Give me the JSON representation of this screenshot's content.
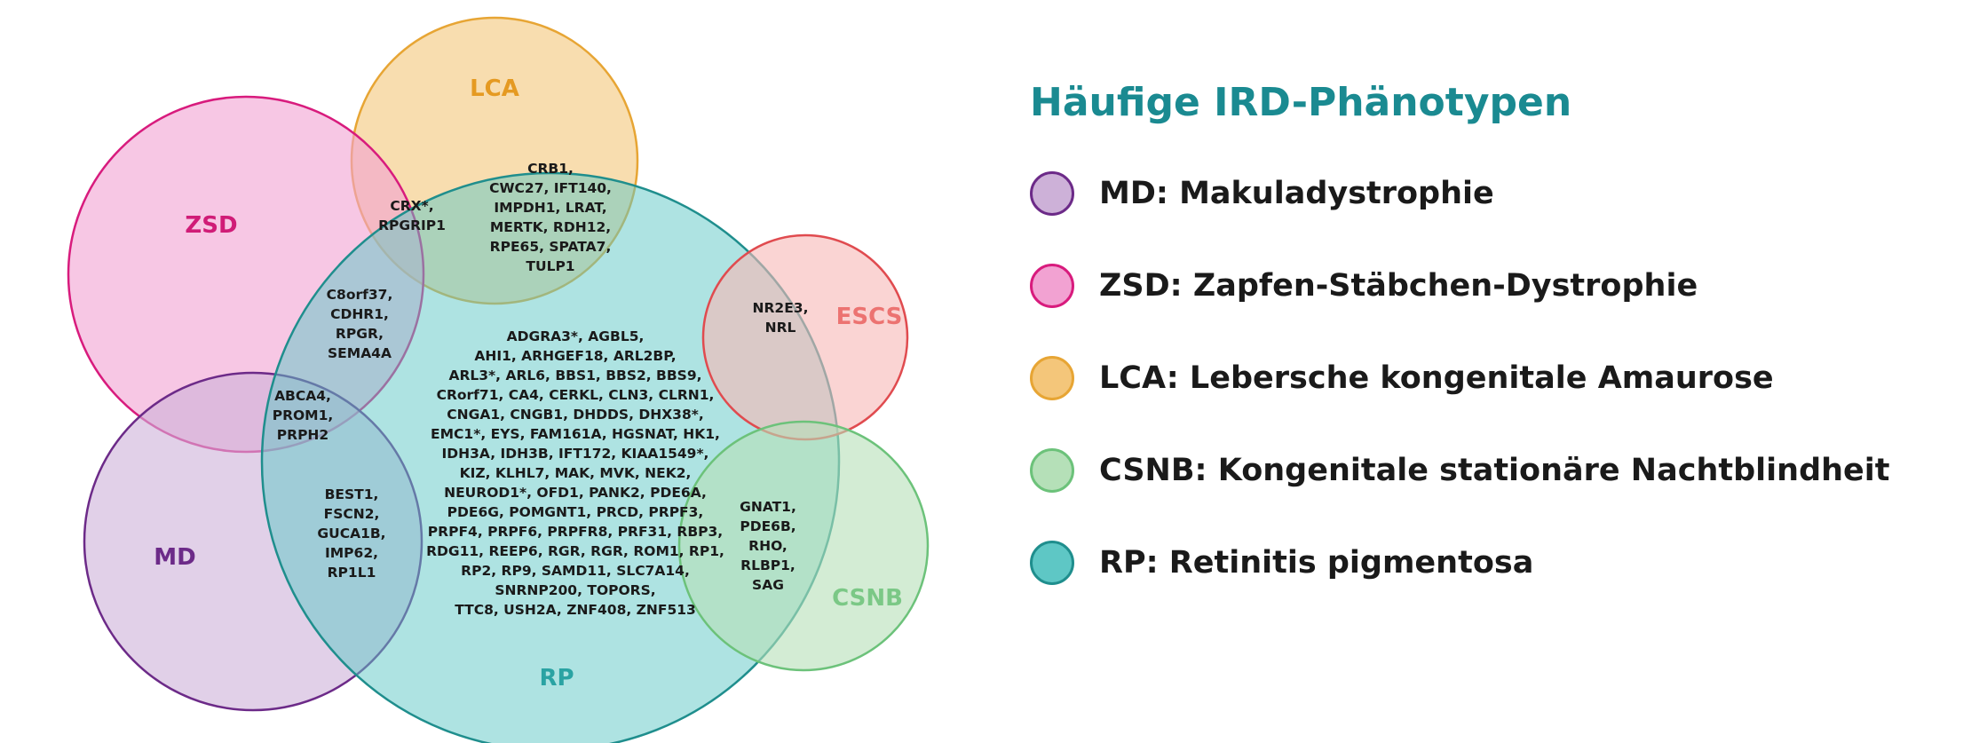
{
  "sets": {
    "LCA": {
      "label": "LCA",
      "fill": "#f4c67a",
      "stroke": "#e7a534",
      "text": "#e59a22"
    },
    "ZSD": {
      "label": "ZSD",
      "fill": "#f2a2d2",
      "stroke": "#d81b7d",
      "text": "#d01c77"
    },
    "MD": {
      "label": "MD",
      "fill": "#cdb1d8",
      "stroke": "#6c2a88",
      "text": "#6c2a88"
    },
    "RP": {
      "label": "RP",
      "fill": "#5ec7c5",
      "stroke": "#1f8e8d",
      "text": "#2aa3a3"
    },
    "ESCS": {
      "label": "ESCS",
      "fill": "#f7b8b6",
      "stroke": "#e04b4f",
      "text": "#ec7371"
    },
    "CSNB": {
      "label": "CSNB",
      "fill": "#b5e0b8",
      "stroke": "#6cc27a",
      "text": "#7bc886"
    }
  },
  "gene_groups": {
    "lca_rp": [
      "CRB1,",
      "CWC27, IFT140,",
      "IMPDH1, LRAT,",
      "MERTK, RDH12,",
      "RPE65, SPATA7,",
      "TULP1"
    ],
    "lca_zsd_rp": [
      "CRX*,",
      "RPGRIP1"
    ],
    "zsd_rp": [
      "C8orf37,",
      "CDHR1,",
      "RPGR,",
      "SEMA4A"
    ],
    "zsd_md_rp": [
      "ABCA4,",
      "PROM1,",
      "PRPH2"
    ],
    "md_rp": [
      "BEST1,",
      "FSCN2,",
      "GUCA1B,",
      "IMP62,",
      "RP1L1"
    ],
    "escs_rp": [
      "NR2E3,",
      "NRL"
    ],
    "csnb_rp": [
      "GNAT1,",
      "PDE6B,",
      "RHO,",
      "RLBP1,",
      "SAG"
    ],
    "rp": [
      "ADGRA3*, AGBL5,",
      "AHI1, ARHGEF18, ARL2BP,",
      "ARL3*, ARL6, BBS1, BBS2, BBS9,",
      "CRorf71, CA4, CERKL, CLN3, CLRN1,",
      "CNGA1, CNGB1, DHDDS, DHX38*,",
      "EMC1*, EYS, FAM161A, HGSNAT, HK1,",
      "IDH3A, IDH3B, IFT172, KIAA1549*,",
      "KIZ, KLHL7, MAK, MVK, NEK2,",
      "NEUROD1*, OFD1, PANK2, PDE6A,",
      "PDE6G, POMGNT1, PRCD, PRPF3,",
      "PRPF4, PRPF6, PRPFR8, PRF31, RBP3,",
      "RDG11, REEP6, RGR, RGR, ROM1, RP1,",
      "RP2, RP9, SAMD11, SLC7A14,",
      "SNRNP200, TOPORS,",
      "TTC8, USH2A, ZNF408, ZNF513"
    ]
  },
  "legend": {
    "title": "Häufige IRD-Phänotypen",
    "items": [
      {
        "set": "MD",
        "label": "MD: Makuladystrophie"
      },
      {
        "set": "ZSD",
        "label": "ZSD: Zapfen-Stäbchen-Dystrophie"
      },
      {
        "set": "LCA",
        "label": "LCA: Lebersche kongenitale Amaurose"
      },
      {
        "set": "CSNB",
        "label": "CSNB: Kongenitale stationäre Nachtblindheit"
      },
      {
        "set": "RP",
        "label": "RP: Retinitis pigmentosa"
      }
    ]
  }
}
